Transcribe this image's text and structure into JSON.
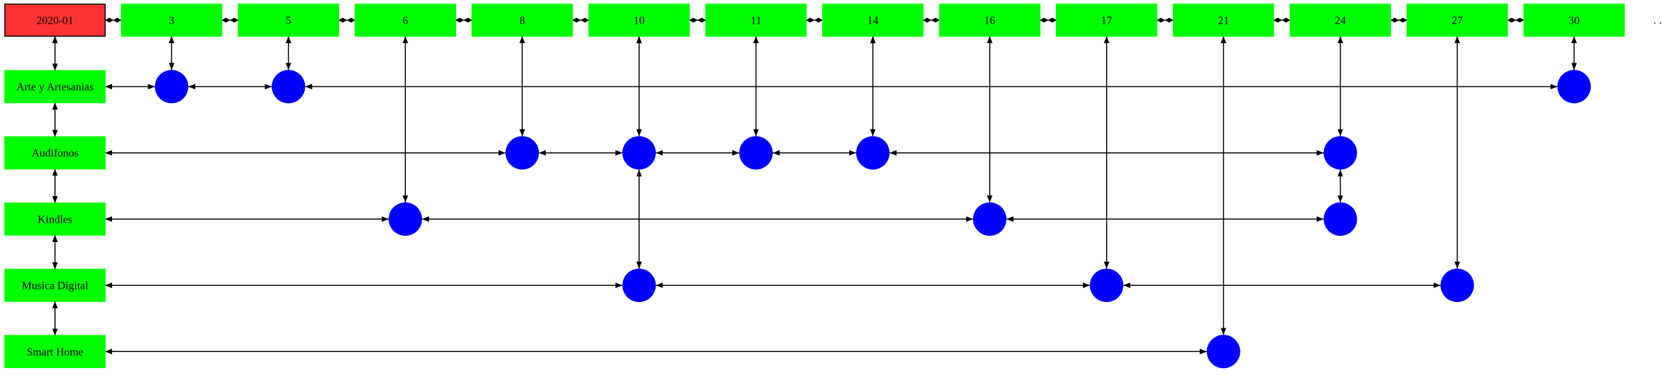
{
  "month": "2020-01",
  "days": [
    "3",
    "5",
    "6",
    "8",
    "10",
    "11",
    "14",
    "16",
    "17",
    "21",
    "24",
    "27",
    "30"
  ],
  "categories": [
    "Arte y Artesanias",
    "Audifonos",
    "Kindles",
    "Musica Digital",
    "Smart Home"
  ],
  "more": ". .",
  "entries": [
    {
      "category": "Arte y Artesanias",
      "days": [
        "3",
        "5",
        "30"
      ]
    },
    {
      "category": "Audifonos",
      "days": [
        "8",
        "10",
        "11",
        "14",
        "24"
      ]
    },
    {
      "category": "Kindles",
      "days": [
        "6",
        "16",
        "24"
      ]
    },
    {
      "category": "Musica Digital",
      "days": [
        "10",
        "17",
        "27"
      ]
    },
    {
      "category": "Smart Home",
      "days": [
        "21"
      ]
    }
  ],
  "colors": {
    "month_fill": "#ff3333",
    "day_fill": "#00ff00",
    "category_fill": "#00ff00",
    "node_fill": "#0000ff",
    "edge": "#000000"
  }
}
